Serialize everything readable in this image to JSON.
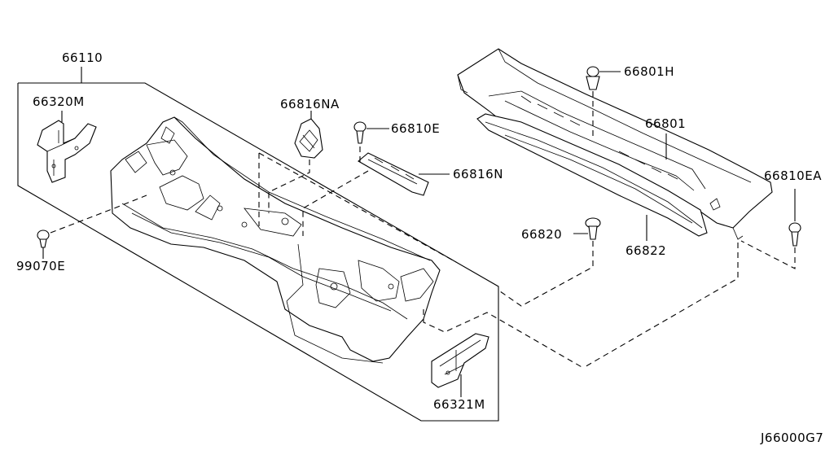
{
  "labels": {
    "p66110": "66110",
    "p66320M": "66320M",
    "p99070E": "99070E",
    "p66816NA": "66816NA",
    "p66810E": "66810E",
    "p66816N": "66816N",
    "p66801H": "66801H",
    "p66801": "66801",
    "p66810EA": "66810EA",
    "p66820": "66820",
    "p66822": "66822",
    "p66321M": "66321M",
    "diagram_code": "J66000G7"
  }
}
